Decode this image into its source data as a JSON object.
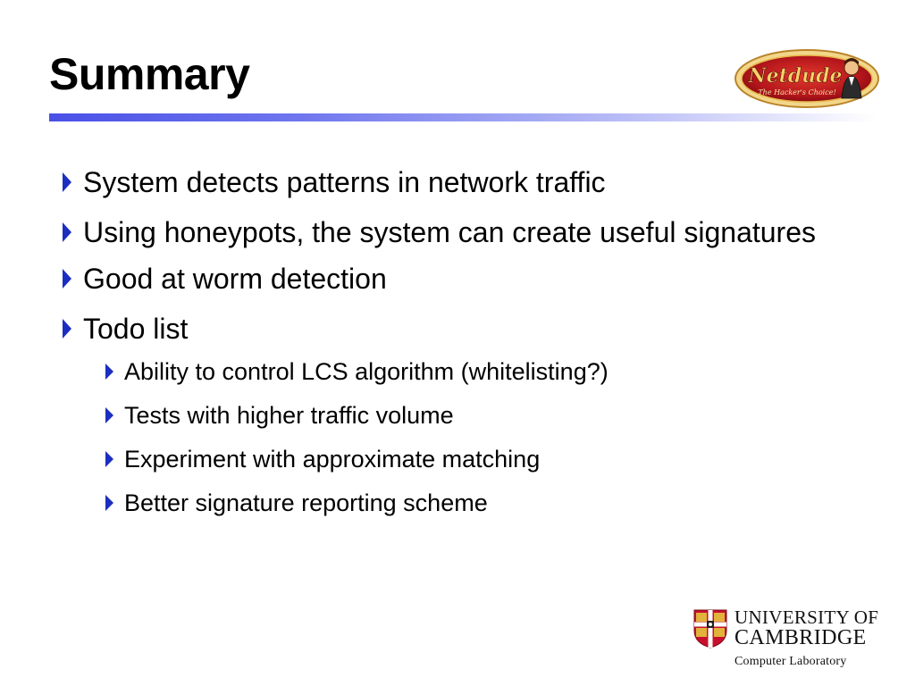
{
  "slide": {
    "title": "Summary",
    "bullets": [
      {
        "text": "System detects patterns in network traffic"
      },
      {
        "text": "Using honeypots, the system can create useful signatures"
      },
      {
        "text": "Good at worm detection"
      },
      {
        "text": "Todo list",
        "subitems": [
          {
            "text": "Ability to control LCS algorithm (whitelisting?)"
          },
          {
            "text": "Tests with higher traffic volume"
          },
          {
            "text": "Experiment with approximate matching"
          },
          {
            "text": "Better signature reporting scheme"
          }
        ]
      }
    ]
  },
  "logos": {
    "netdude": {
      "name": "Netdude",
      "tagline": "The Hacker's Choice!"
    },
    "cambridge": {
      "line1": "UNIVERSITY OF",
      "line2": "CAMBRIDGE",
      "line3": "Computer Laboratory"
    }
  },
  "colors": {
    "bullet_arrow": "#1c2ec0",
    "title_rule_start": "#4a50e6",
    "netdude_badge": "#b3151b",
    "netdude_border": "#d8a23a",
    "cambridge_crest": "#c8102e"
  },
  "icons": {
    "bullet": "triangle-right-icon",
    "netdude_logo": "netdude-logo",
    "cambridge_crest": "cambridge-crest-icon"
  }
}
